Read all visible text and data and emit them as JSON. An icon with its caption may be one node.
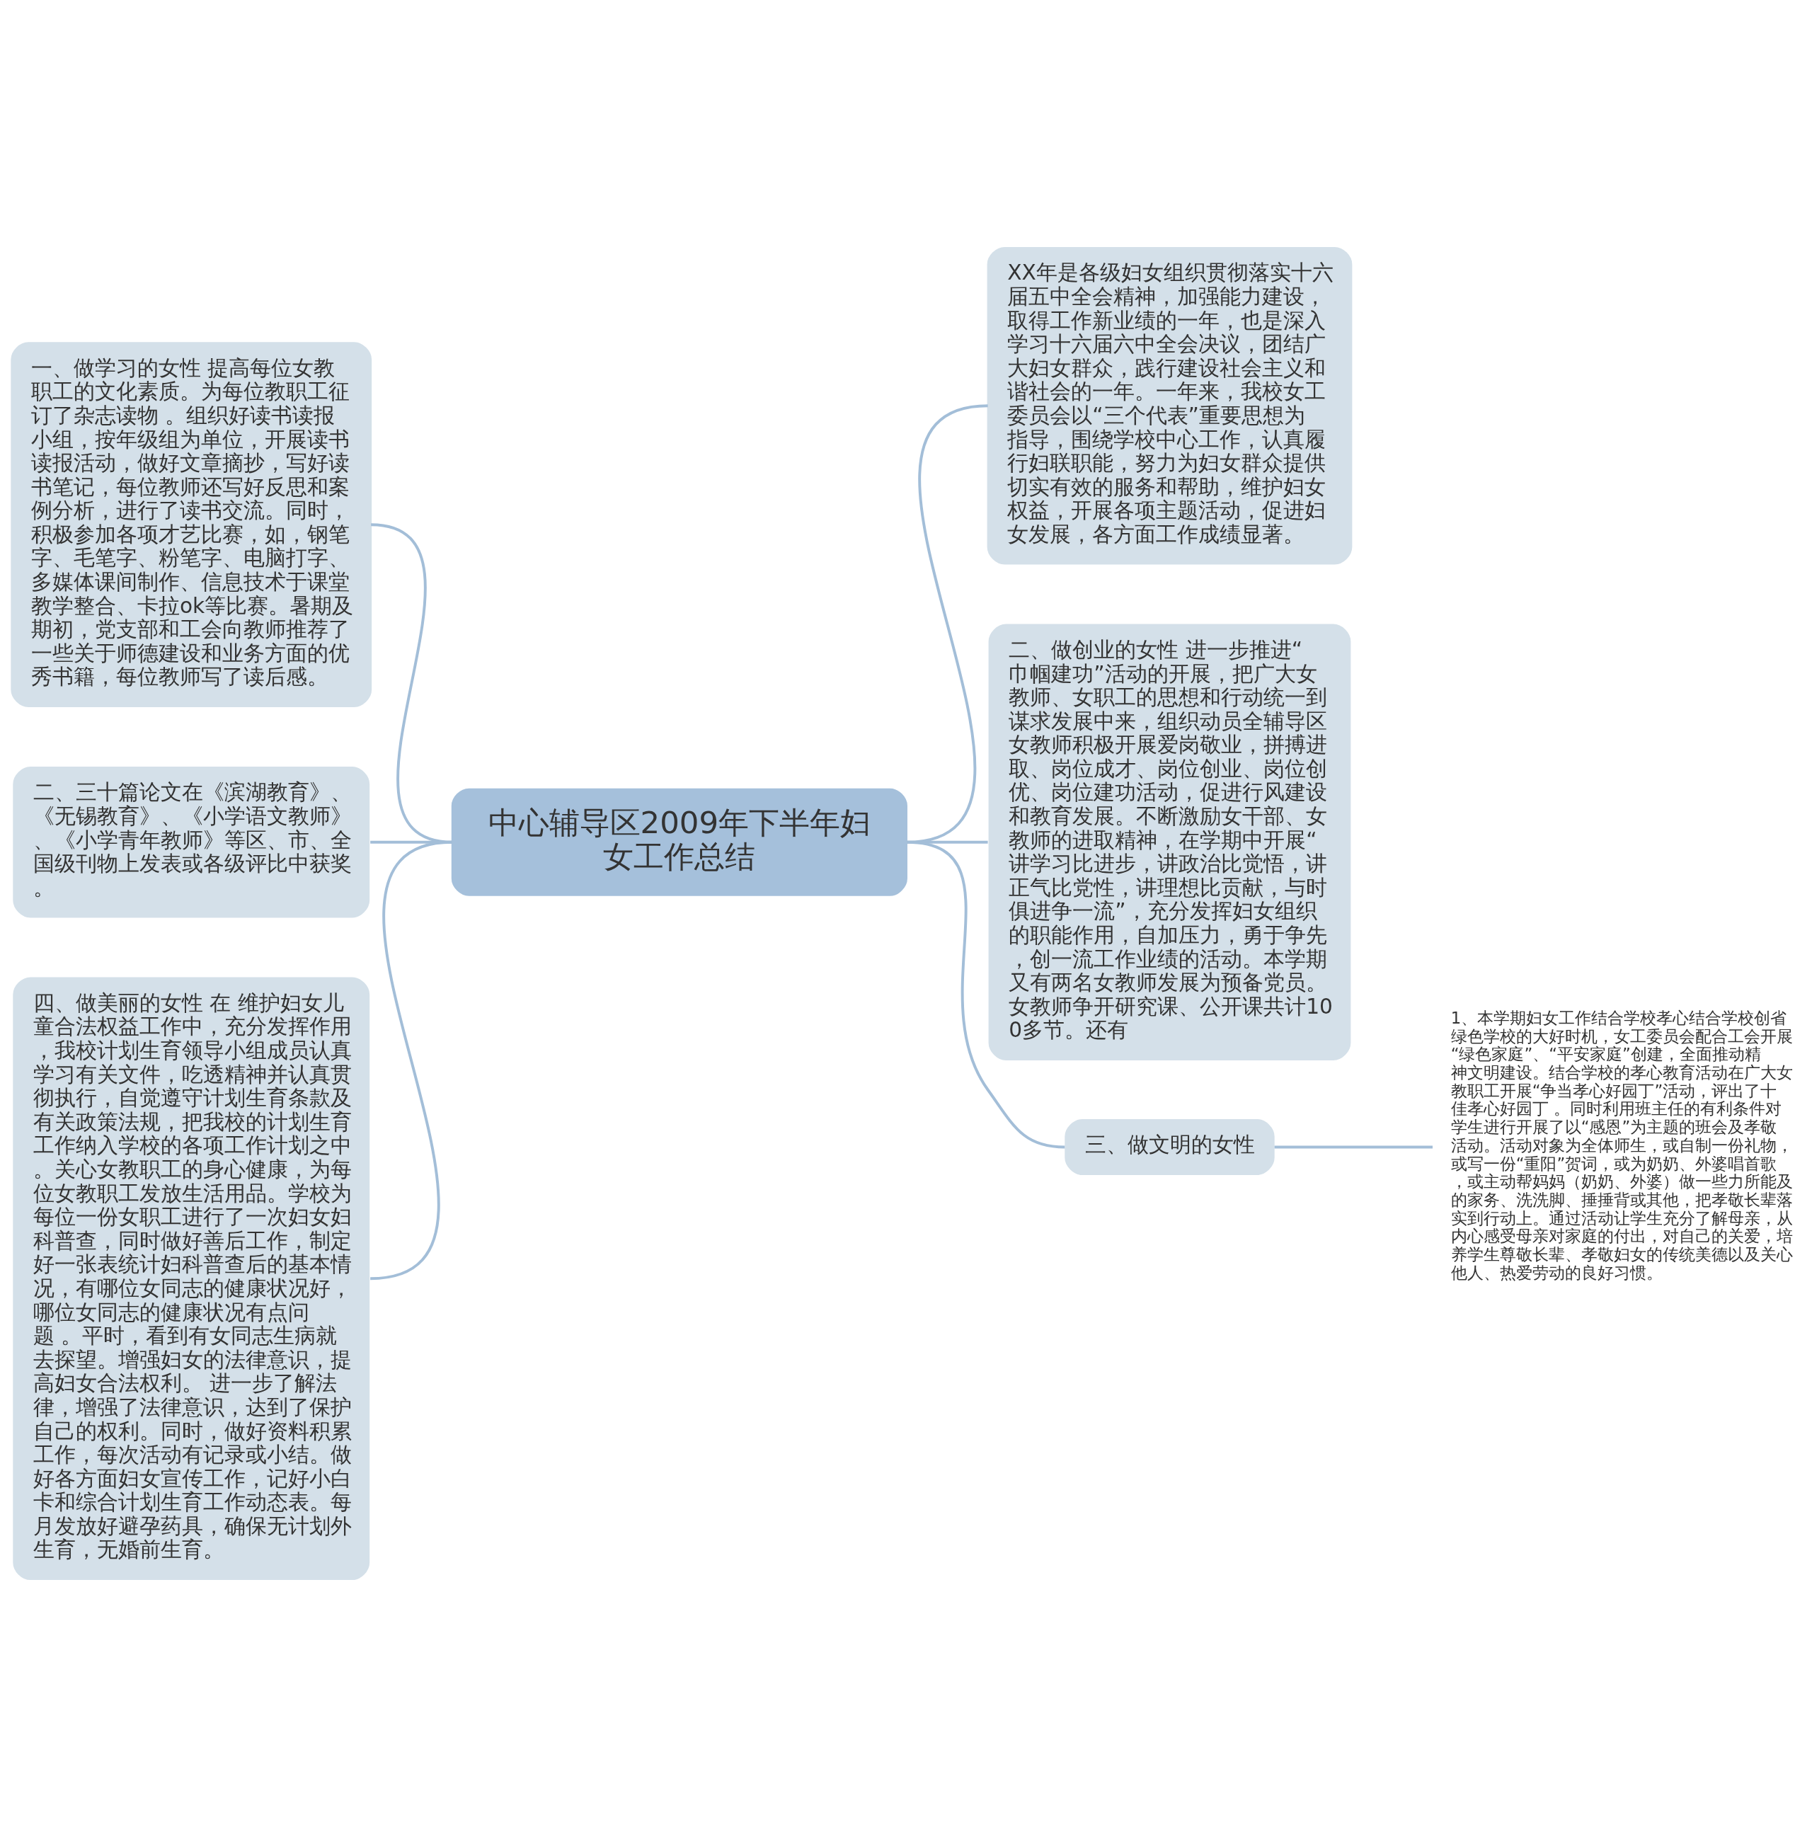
{
  "diagram": {
    "nodes": [
      {
        "text": [
          "中心辅导区2009年下半年妇女工作总结"
        ]
      },
      {
        "text": [
          "一、做学习的女性 提高每位女教职工的文化素质。为每位教职工征订了杂志读物 。组织好读书读报小组，按年级组为单位，开展读书读报活动，做好文章摘抄，写好读书笔记，每位教师还写好反思和案例分析，进行了读书交流。同时，积极参加各项才艺比赛，如，钢笔字、毛笔字、粉笔字、电脑打字、多媒体课间制作、信息技术于课堂教学整合、卡拉ok等比赛。暑期及期初，党支部和工会向教师推荐了一些关于师德建设和业务方面的优秀书籍，每位教师写了读后感。"
        ]
      },
      {
        "text": [
          "二、三十篇论文在《滨湖教育》、《无锡教育》、《小学语文教师》、《小学青年教师》等区、市、全国级刊物上发表或各级评比中获奖。"
        ]
      },
      {
        "text": [
          "四、做美丽的女性 在 维护妇女儿童合法权益工作中，充分发挥作用，我校计划生育领导小组成员认真学习有关文件，吃透精神并认真贯彻执行，自觉遵守计划生育条款及有关政策法规，把我校的计划生育工作纳入学校的各项工作计划之中。关心女教职工的身心健康，为每位女教职工发放生活用品。学校为每位一份女职工进行了一次妇女妇科普查，同时做好善后工作，制定好一张表统计妇科普查后的基本情况，有哪位女同志的健康状况好，哪位女同志的健康状况有点问题 。平时，看到有女同志生病就去探望。增强妇女的法律意识，提高妇女合法权利。 进一步了解法律，增强了法律意识，达到了保护自己的权利。同时，做好资料积累工作，每次活动有记录或小结。做好各方面妇女宣传工作，记好小白卡和综合计划生育工作动态表。每月发放好避孕药具，确保无计划外生育，无婚前生育。"
        ]
      },
      {
        "text": [
          "XX年是各级妇女组织贯彻落实十六届五中全会精神，加强能力建设，取得工作新业绩的一年，也是深入学习十六届六中全会决议，团结广大妇女群众，践行建设社会主义和谐社会的一年。一年来，我校女工委员会以“三个代表”重要思想为指导，围绕学校中心工作，认真履行妇联职能，努力为妇女群众提供切实有效的服务和帮助，维护妇女权益，开展各项主题活动，促进妇女发展，各方面工作成绩显著。"
        ]
      },
      {
        "text": [
          "二、做创业的女性 进一步推进“巾帼建功”活动的开展，把广大女教师、女职工的思想和行动统一到谋求发展中来，组织动员全辅导区女教师积极开展爱岗敬业，拼搏进取、岗位成才、岗位创业、岗位创优、岗位建功活动，促进行风建设和教育发展。不断激励女干部、女教师的进取精神，在学期中开展“讲学习比进步，讲政治比觉悟，讲正气比党性，讲理想比贡献，与时俱进争一流”，充分发挥妇女组织的职能作用，自加压力，勇于争先，创一流工作业绩的活动。本学期又有两名女教师发展为预备党员。女教师争开研究课、公开课共计100多节。还有"
        ]
      },
      {
        "text": [
          "三、做文明的女性"
        ]
      },
      {
        "text": [
          "1、本学期妇女工作结合学校孝心结合学校创省绿色学校的大好时机，女工委员会配合工会开展“绿色家庭”、“平安家庭”创建，全面推动精神文明建设。结合学校的孝心教育活动在广大女教职工开展“争当孝心好园丁”活动，评出了十佳孝心好园丁 。同时利用班主任的有利条件对学生进行开展了以“感恩”为主题的班会及孝敬活动。活动对象为全体师生，或自制一份礼物，或写一份“重阳”贺词，或为奶奶、外婆唱首歌，或主动帮妈妈（奶奶、外婆）做一些力所能及的家务、洗洗脚、捶捶背或其他，把孝敬长辈落实到行动上。通过活动让学生充分了解母亲，从内心感受母亲对家庭的付出，对自己的关爱，培养学生尊敬长辈、孝敬妇女的传统美德以及关心他人、热爱劳动的良好习惯。"
        ]
      }
    ],
    "edges": [
      {
        "from": 1,
        "to": 0,
        "arrow": "none"
      },
      {
        "from": 2,
        "to": 0,
        "arrow": "none"
      },
      {
        "from": 3,
        "to": 0,
        "arrow": "none"
      },
      {
        "from": 0,
        "to": 4,
        "arrow": "none"
      },
      {
        "from": 0,
        "to": 5,
        "arrow": "none"
      },
      {
        "from": 0,
        "to": 6,
        "arrow": "none"
      },
      {
        "from": 6,
        "to": 7,
        "arrow": "none"
      }
    ]
  }
}
